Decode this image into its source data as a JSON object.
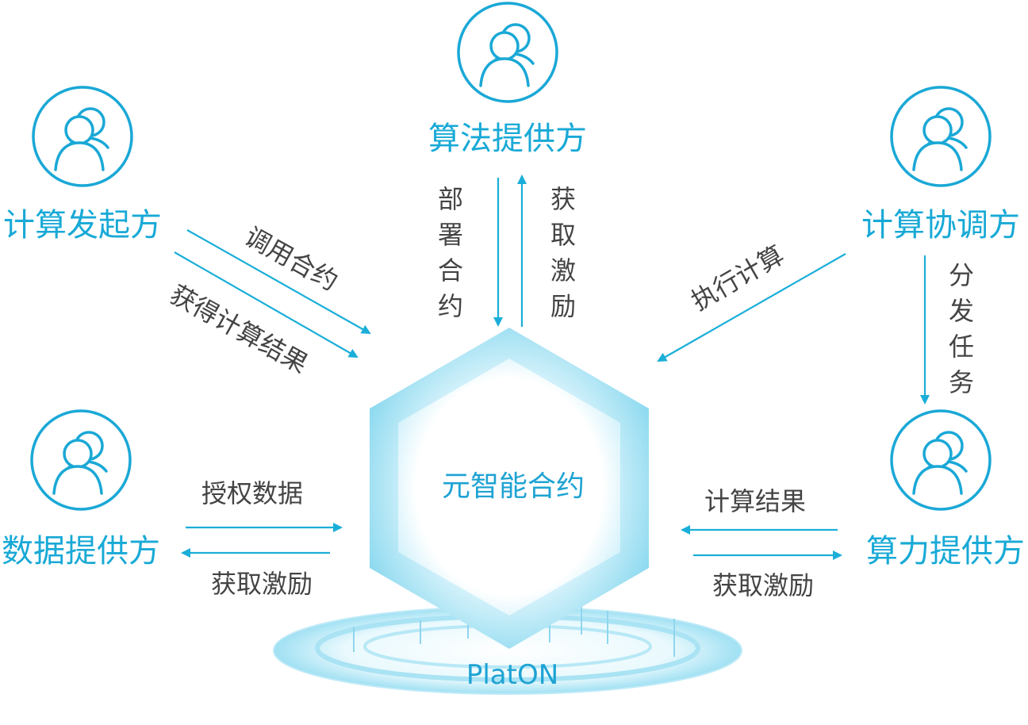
{
  "diagram": {
    "center": {
      "label": "元智能合约"
    },
    "platform": {
      "label": "PlatON"
    },
    "nodes": {
      "algorithm_provider": {
        "label": "算法提供方",
        "icon": "user-icon"
      },
      "compute_initiator": {
        "label": "计算发起方",
        "icon": "user-icon"
      },
      "compute_coordinator": {
        "label": "计算协调方",
        "icon": "user-icon"
      },
      "data_provider": {
        "label": "数据提供方",
        "icon": "user-icon"
      },
      "compute_power_provider": {
        "label": "算力提供方",
        "icon": "user-icon"
      }
    },
    "edges": {
      "call_contract": "调用合约",
      "get_result": "获得计算结果",
      "deploy_contract": "部署合约",
      "get_incentive_top": "获取激励",
      "execute_compute": "执行计算",
      "dispatch_task": "分发任务",
      "authorize_data": "授权数据",
      "get_incentive_left": "获取激励",
      "compute_result": "计算结果",
      "get_incentive_right": "获取激励"
    },
    "colors": {
      "accent": "#18a9d6",
      "text": "#444444",
      "hexagon": "#8fdaf0"
    }
  }
}
